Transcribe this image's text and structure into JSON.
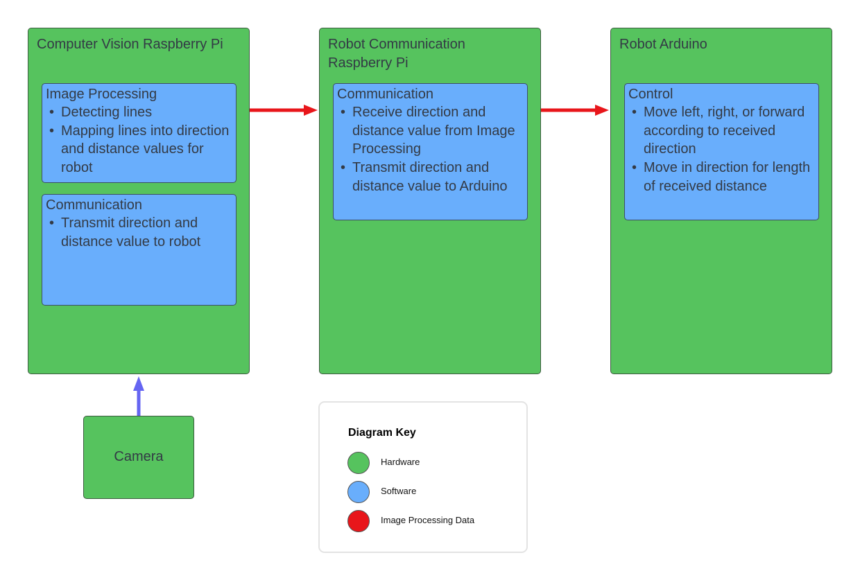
{
  "nodes": {
    "cv_pi": {
      "title": "Computer Vision Raspberry Pi",
      "image_processing": {
        "title": "Image Processing",
        "items": [
          "Detecting lines",
          "Mapping lines into direction and distance values for robot"
        ]
      },
      "communication": {
        "title": "Communication",
        "items": [
          "Transmit direction and distance value to robot"
        ]
      }
    },
    "rc_pi": {
      "title": "Robot Communication Raspberry Pi",
      "communication": {
        "title": "Communication",
        "items": [
          "Receive direction and distance value from Image Processing",
          "Transmit direction and distance value to Arduino"
        ]
      }
    },
    "arduino": {
      "title": "Robot Arduino",
      "control": {
        "title": "Control",
        "items": [
          "Move left, right, or forward according to received direction",
          "Move in direction for length of received distance"
        ]
      }
    },
    "camera": {
      "label": "Camera"
    }
  },
  "key": {
    "title": "Diagram Key",
    "entries": [
      {
        "label": "Hardware",
        "color": "#56c35e"
      },
      {
        "label": "Software",
        "color": "#69aefc"
      },
      {
        "label": "Image Processing Data",
        "color": "#e8161b"
      }
    ]
  },
  "colors": {
    "hardware": "#56c35e",
    "software": "#69aefc",
    "data_arrow": "#e8161b",
    "camera_arrow": "#6565f2"
  }
}
